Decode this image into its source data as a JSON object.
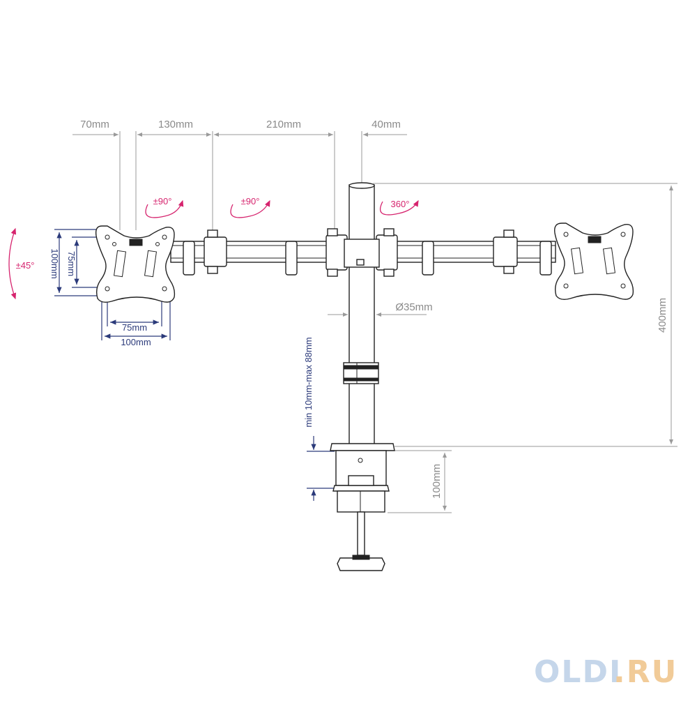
{
  "dimensions": {
    "top": [
      "70mm",
      "130mm",
      "210mm",
      "40mm"
    ],
    "pole_diameter": "Ø35mm",
    "height": "400mm",
    "clamp": "100mm",
    "desk_thickness": "min 10mm-max 88mm",
    "vesa_vertical_outer": "100mm",
    "vesa_vertical_inner": "75mm",
    "vesa_horizontal_inner": "75mm",
    "vesa_horizontal_outer": "100mm"
  },
  "rotations": {
    "tilt": "±45°",
    "swivel_1": "±90°",
    "swivel_2": "±90°",
    "pole": "360°"
  },
  "watermark": {
    "left": "OLDI",
    "right": ".RU",
    "color_left": "#c5d6ea",
    "color_right": "#f1cb98"
  },
  "colors": {
    "dimension": "#8a8a8a",
    "vesa": "#2b3a7a",
    "rotation": "#d6246e",
    "outline": "#222222"
  }
}
